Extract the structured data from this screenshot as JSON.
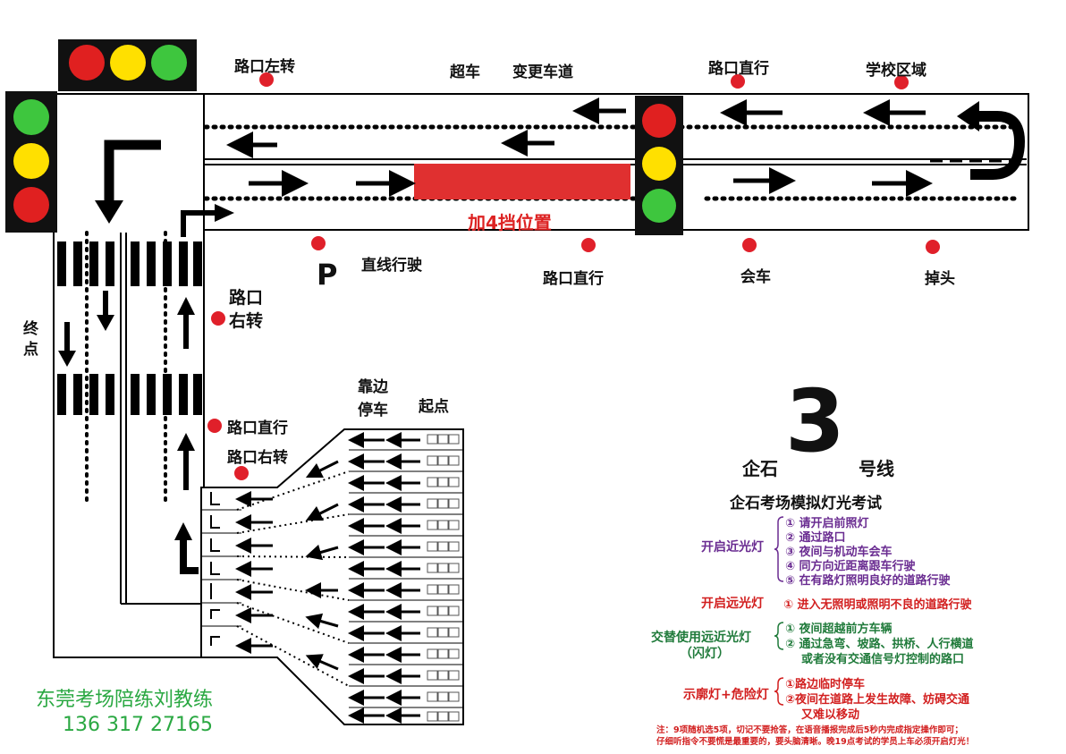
{
  "labels": {
    "left_turn": "路口左转",
    "overtake": "超车",
    "change_lane": "变更车道",
    "straight_1": "路口直行",
    "school": "学校区域",
    "gear4": "加4挡位置",
    "parking": "P",
    "straight_drive": "直线行驶",
    "straight_2": "路口直行",
    "meeting": "会车",
    "uturn": "掉头",
    "right_turn_1a": "路口",
    "right_turn_1b": "右转",
    "end": "终点",
    "pull_over_a": "靠边",
    "pull_over_b": "停车",
    "start": "起点",
    "straight_3": "路口直行",
    "right_turn_2": "路口右转"
  },
  "legend": {
    "line_prefix": "企石",
    "line_number": "3",
    "line_suffix": "号线",
    "subtitle": "企石考场模拟灯光考试",
    "sections": [
      {
        "label": "开启近光灯",
        "color": "#6a2c91",
        "items": [
          "① 请开启前照灯",
          "② 通过路口",
          "③ 夜间与机动车会车",
          "④ 同方向近距离跟车行驶",
          "⑤ 在有路灯照明良好的道路行驶"
        ]
      },
      {
        "label": "开启远光灯",
        "color": "#d21f1f",
        "items": [
          "① 进入无照明或照明不良的道路行驶"
        ]
      },
      {
        "label": "交替使用远近光灯",
        "label2": "（闪灯）",
        "color": "#1f7a3a",
        "items": [
          "① 夜间超越前方车辆",
          "② 通过急弯、坡路、拱桥、人行横道",
          "或者没有交通信号灯控制的路口"
        ]
      },
      {
        "label": "示廓灯+危险灯",
        "color": "#d21f1f",
        "items": [
          "①路边临时停车",
          "②夜间在道路上发生故障、妨碍交通",
          "又难以移动"
        ]
      }
    ],
    "note_1": "注：9项随机选5项，切记不要抢答，在语音播报完成后5秒内完成指定操作即可；",
    "note_2": "仔细听指令不要慌是最重要的，要头脑清晰。晚19点考试的学员上车必须开启灯光！"
  },
  "coach": {
    "name": "东莞考场陪练刘教练",
    "phone": "136 317 27165"
  },
  "colors": {
    "red_light": "#e02020",
    "yellow_light": "#ffe000",
    "green_light": "#3ec63e",
    "gear_bar": "#e03030",
    "marker": "#e0202a"
  }
}
